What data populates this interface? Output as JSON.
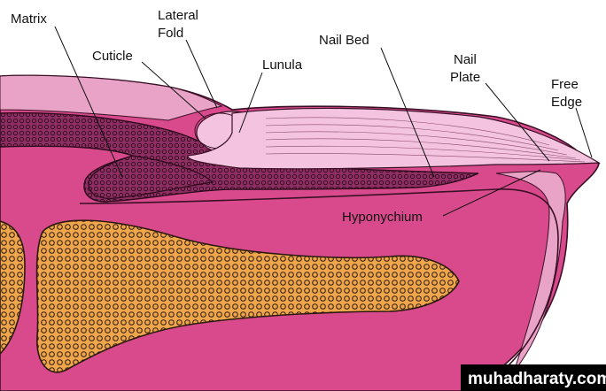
{
  "labels": {
    "matrix": "Matrix",
    "lateral_fold_1": "Lateral",
    "lateral_fold_2": "Fold",
    "cuticle": "Cuticle",
    "lunula": "Lunula",
    "nail_bed": "Nail Bed",
    "nail_plate_1": "Nail",
    "nail_plate_2": "Plate",
    "free_edge_1": "Free",
    "free_edge_2": "Edge",
    "hyponychium": "Hyponychium"
  },
  "watermark": "muhadharaty.com",
  "colors": {
    "skin": "#d94a8c",
    "skin_light": "#e9a3c6",
    "matrix_tissue": "#8e2e62",
    "nail_plate": "#f3c3df",
    "bone": "#efa54a",
    "outline": "#3a1026"
  }
}
